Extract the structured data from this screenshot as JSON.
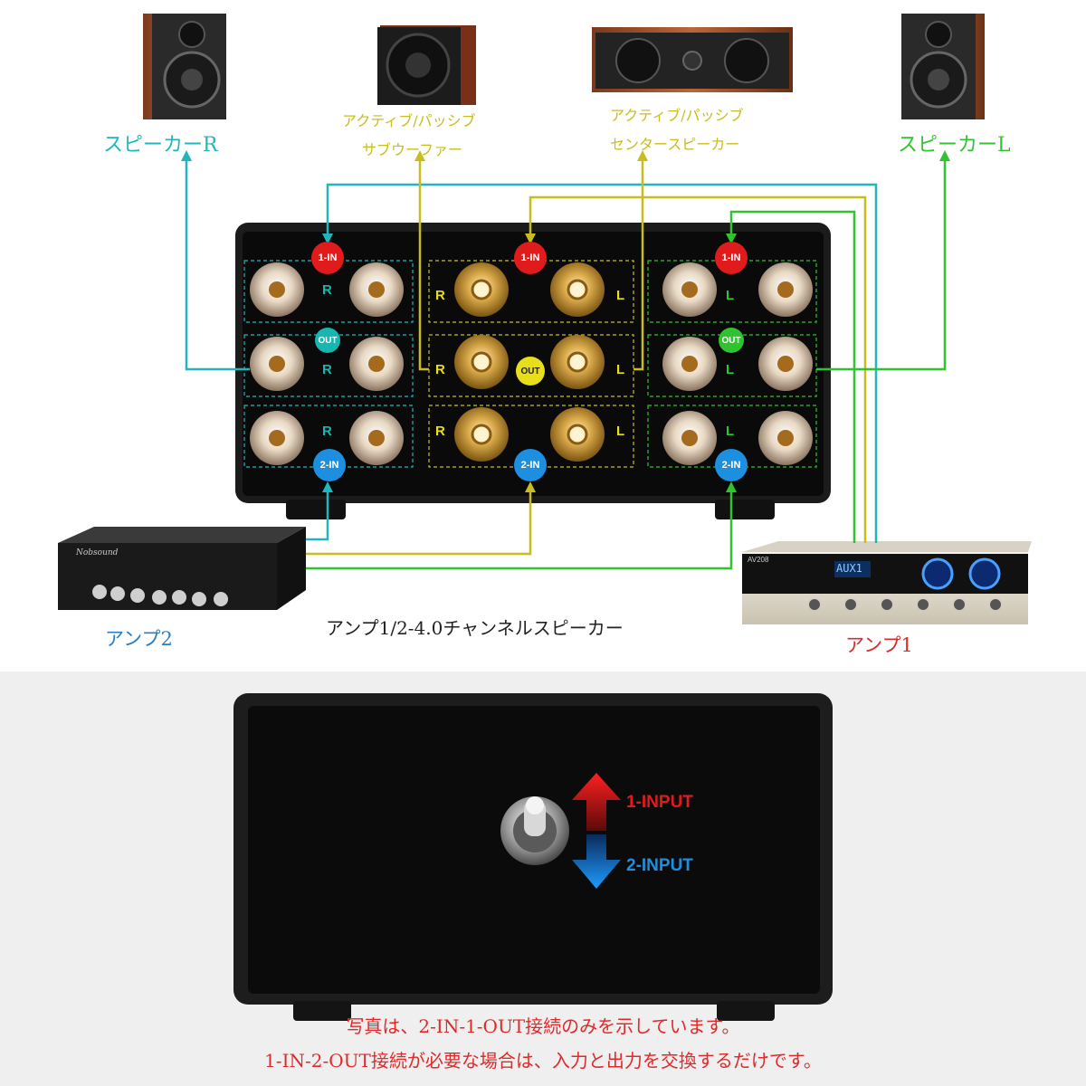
{
  "speakers": {
    "right_label": "スピーカーR",
    "subwoofer_label_line1": "アクティブ/パッシブ",
    "subwoofer_label_line2": "サブウーファー",
    "center_label_line1": "アクティブ/パッシブ",
    "center_label_line2": "センタースピーカー",
    "left_label": "スピーカーL"
  },
  "switch_front": {
    "badges": {
      "in1": "1-IN",
      "out": "OUT",
      "in2": "2-IN"
    },
    "channels": {
      "r": "R",
      "l": "L"
    }
  },
  "amps": {
    "amp2_label": "アンプ2",
    "amp1_label": "アンプ1",
    "amp1_display": "AUX1",
    "amp2_brand": "Nobsound",
    "amp1_brand": "AV208"
  },
  "diagram_title": "アンプ1/2-4.0チャンネルスピーカー",
  "switch_back": {
    "up_label": "1-INPUT",
    "down_label": "2-INPUT"
  },
  "captions": {
    "line1": "写真は、2-IN-1-OUT接続のみを示しています。",
    "line2": "1-IN-2-OUT接続が必要な場合は、入力と出力を交換するだけです。"
  },
  "colors": {
    "right_channel": "#1fb6bd",
    "sub_center": "#c8bc1e",
    "left_channel": "#2fc42f",
    "in1_badge": "#e01b1b",
    "in2_badge": "#1e8fe0",
    "caption": "#e02a2a"
  }
}
